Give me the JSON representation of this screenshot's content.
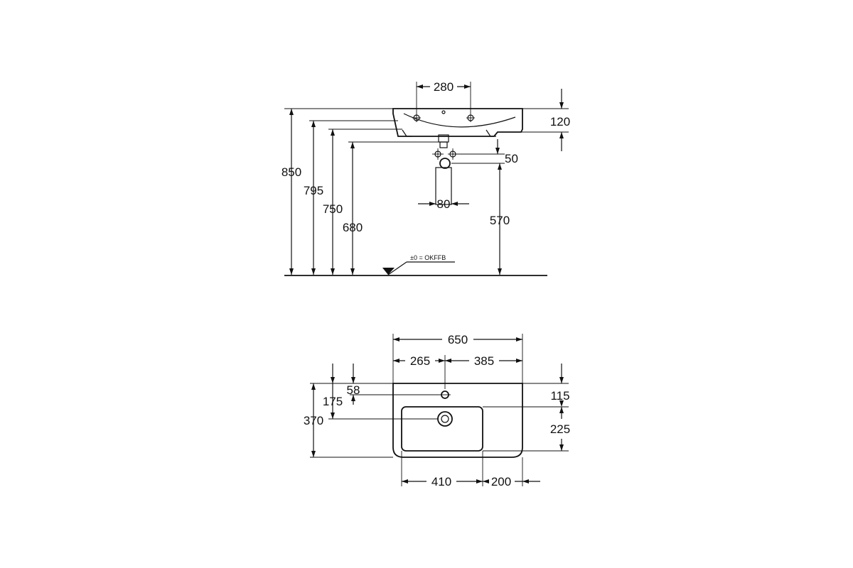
{
  "side_view": {
    "dimensions": {
      "tap_spacing": "280",
      "rim_height": "120",
      "waste_offset": "50",
      "waste_width": "80",
      "waste_height": "570",
      "total_height": "850",
      "height_795": "795",
      "height_750": "750",
      "height_680": "680"
    },
    "floor_note": "±0 = OKFFB"
  },
  "top_view": {
    "dimensions": {
      "overall_width": "650",
      "left_to_taphole": "265",
      "taphole_to_right": "385",
      "taphole_depth": "58",
      "depth_175": "175",
      "overall_depth": "370",
      "back_to_bowl": "115",
      "bowl_depth": "225",
      "bowl_width": "410",
      "shelf_width": "200"
    }
  }
}
